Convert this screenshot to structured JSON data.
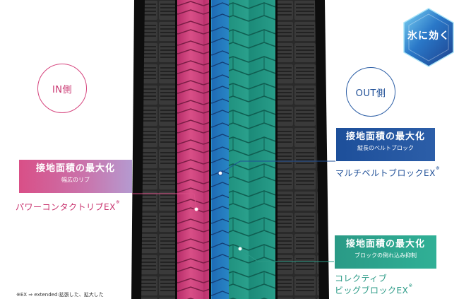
{
  "badge": {
    "label": "氷に効く"
  },
  "in_side": {
    "label": "IN側"
  },
  "out_side": {
    "label": "OUT側"
  },
  "callouts": {
    "pink": {
      "title": "接地面積の最大化",
      "sub": "幅広のリブ",
      "feature": "パワーコンタクトリブEX",
      "mark": "※"
    },
    "blue": {
      "title": "接地面積の最大化",
      "sub": "縦長のベルトブロック",
      "feature": "マルチベルトブロックEX",
      "mark": "※"
    },
    "teal": {
      "title": "接地面積の最大化",
      "sub": "ブロックの倒れ込み抑制",
      "feature_line1": "コレクティブ",
      "feature_line2": "ビッグブロックEX",
      "mark": "※"
    }
  },
  "footnote": "※EX ⇒ extended:拡張した、拡大した",
  "colors": {
    "pink": "#d94f87",
    "blue": "#1f4f97",
    "teal": "#2a9a86",
    "tire_rubber": "#1c1c1c"
  }
}
